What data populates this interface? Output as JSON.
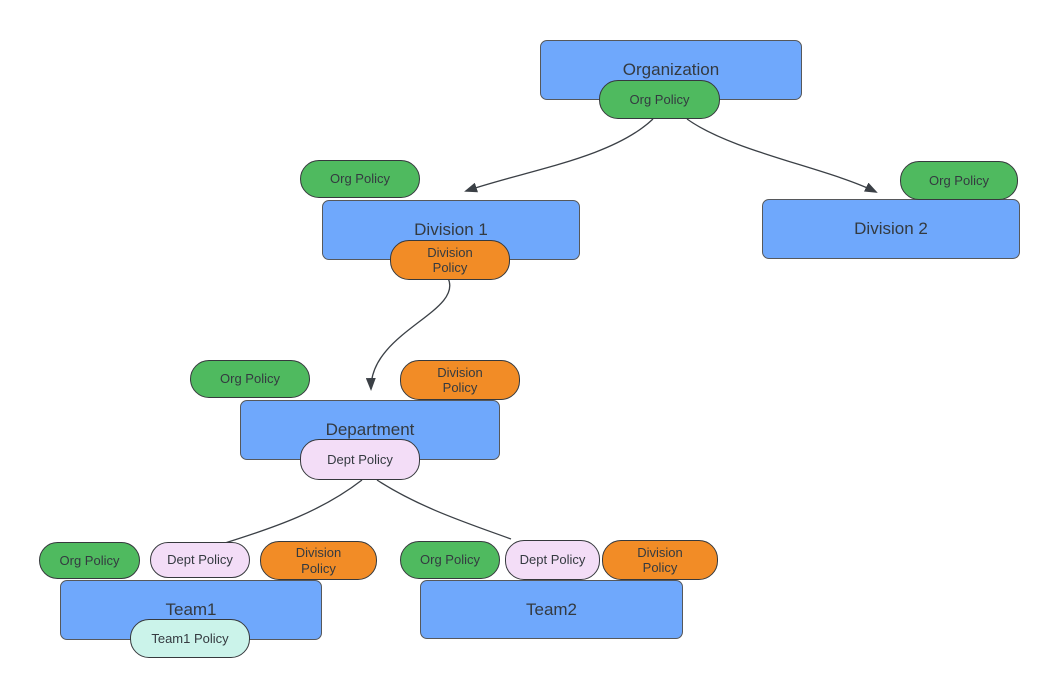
{
  "diagram": {
    "nodes": {
      "organization": {
        "label": "Organization"
      },
      "division1": {
        "label": "Division 1"
      },
      "division2": {
        "label": "Division 2"
      },
      "department": {
        "label": "Department"
      },
      "team1": {
        "label": "Team1"
      },
      "team2": {
        "label": "Team2"
      }
    },
    "policies": {
      "org": "Org Policy",
      "division": "Division Policy",
      "dept": "Dept Policy",
      "team1": "Team1 Policy"
    },
    "colors": {
      "node_fill": "#6FA8FC",
      "node_border": "#56585B",
      "org_policy_fill": "#4FBA5F",
      "division_policy_fill": "#F28C26",
      "dept_policy_fill": "#F3DDF7",
      "team1_policy_fill": "#CBF3EA",
      "pill_border": "#36393D",
      "edge": "#3B4046",
      "text": "#343A40",
      "background": "#FFFFFF"
    }
  }
}
